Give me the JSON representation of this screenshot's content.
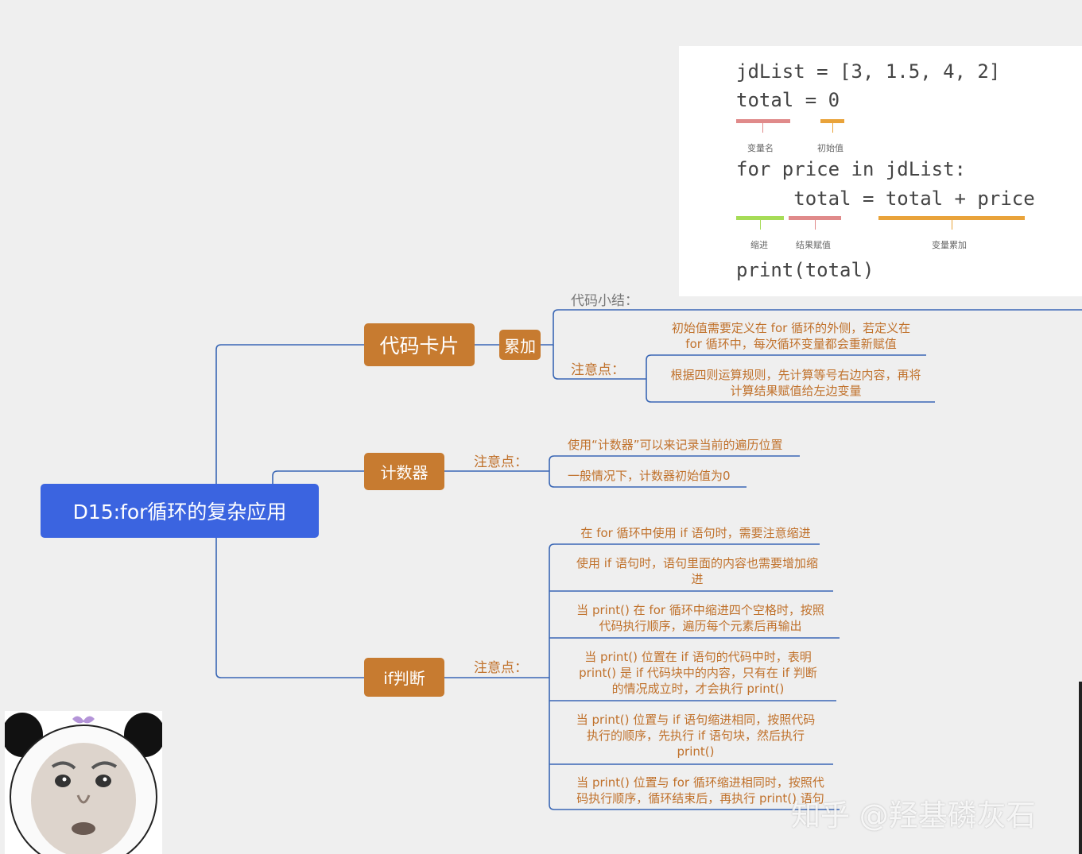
{
  "root": {
    "label": "D15:for循环的复杂应用"
  },
  "branches": {
    "code_card": {
      "label": "代码卡片",
      "child_label": "累加",
      "summary_label": "代码小结：",
      "notes_label": "注意点：",
      "notes": [
        [
          "初始值需要定义在 for 循环的外侧，若定义在",
          "for 循环中，每次循环变量都会重新赋值"
        ],
        [
          "根据四则运算规则，先计算等号右边内容，再将",
          "计算结果赋值给左边变量"
        ]
      ]
    },
    "counter": {
      "label": "计数器",
      "notes_label": "注意点：",
      "notes": [
        "使用“计数器”可以来记录当前的遍历位置",
        "一般情况下，计数器初始值为0"
      ]
    },
    "if_judge": {
      "label": "if判断",
      "notes_label": "注意点：",
      "notes": [
        [
          "在 for 循环中使用 if 语句时，需要注意缩进"
        ],
        [
          "使用 if 语句时，语句里面的内容也需要增加缩",
          "进"
        ],
        [
          "当 print() 在 for 循环中缩进四个空格时，按照",
          "代码执行顺序，遍历每个元素后再输出"
        ],
        [
          "当 print() 位置在 if 语句的代码中时，表明",
          "print() 是 if 代码块中的内容，只有在 if 判断",
          "的情况成立时，才会执行 print()"
        ],
        [
          "当 print() 位置与 if 语句缩进相同，按照代码",
          "执行的顺序，先执行 if 语句块，然后执行",
          "print()"
        ],
        [
          "当 print() 位置与 for 循环缩进相同时，按照代",
          "码执行顺序，循环结束后，再执行 print() 语句"
        ]
      ]
    }
  },
  "code_card": {
    "lines": {
      "l1": "jdList = [3, 1.5, 4, 2]",
      "l2": "total = 0",
      "l3": "for price in jdList:",
      "l4": "     total = total + price",
      "l5": "print(total)"
    },
    "annotations": {
      "var_name": "变量名",
      "init_value": "初始值",
      "indent": "缩进",
      "assign": "结果赋值",
      "accumulate": "变量累加"
    },
    "colors": {
      "red": "#e08a8a",
      "orange": "#e9a33a",
      "green": "#a6dc57"
    }
  },
  "watermark": "知乎 @羟基磷灰石",
  "colors": {
    "root": "#3b64e0",
    "node": "#c77b30",
    "line": "#3a67b5",
    "text": "#c0712b"
  }
}
